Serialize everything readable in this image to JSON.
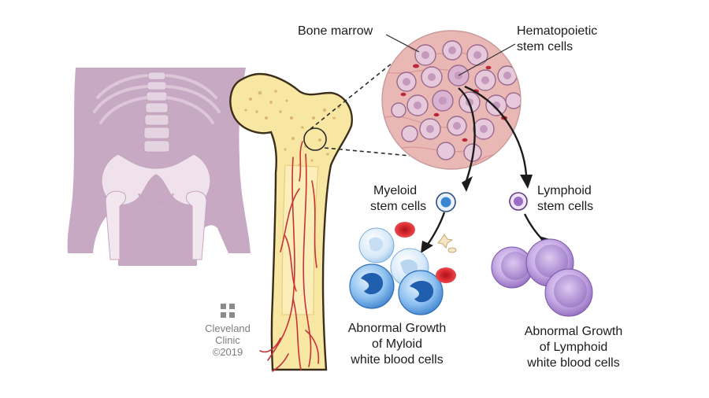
{
  "labels": {
    "bone_marrow": "Bone marrow",
    "hsc_line1": "Hematopoietic",
    "hsc_line2": "stem cells",
    "myeloid_line1": "Myeloid",
    "myeloid_line2": "stem cells",
    "lymphoid_line1": "Lymphoid",
    "lymphoid_line2": "stem cells",
    "myeloid_growth_line1": "Abnormal Growth",
    "myeloid_growth_line2": "of Myloid",
    "myeloid_growth_line3": "white blood cells",
    "lymphoid_growth_line1": "Abnormal Growth",
    "lymphoid_growth_line2": "of Lymphoid",
    "lymphoid_growth_line3": "white blood cells"
  },
  "logo": {
    "line1": "Cleveland",
    "line2": "Clinic",
    "line3": "©2019"
  },
  "colors": {
    "body_silhouette": "#c8a9c4",
    "bone": "#f7e7a3",
    "bone_outline": "#3b2e1a",
    "marrow_vessel": "#c8323a",
    "marrow_circle": "#e8b8b8",
    "myeloid_cell": "#4b8fd6",
    "lymphoid_cell": "#a47ccb",
    "red_cell": "#d8262e"
  }
}
